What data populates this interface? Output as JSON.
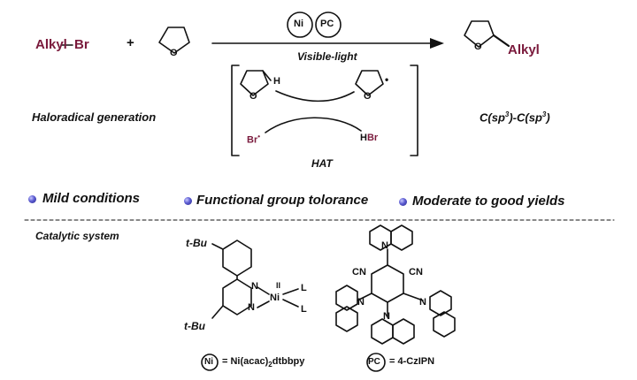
{
  "colors": {
    "alkyl": "#7a1a3c",
    "hbr": "#7a1a3c",
    "bullet": "#5a5ad0",
    "line": "#111111"
  },
  "reaction": {
    "reactant_alkyl": "Alkyl",
    "reactant_br": "Br",
    "plus": "+",
    "catalyst_ni": "Ni",
    "catalyst_pc": "PC",
    "condition": "Visible-light",
    "product_alkyl": "Alkyl",
    "product_o": "O",
    "thf_o": "O",
    "bond_label_c1": "C(sp",
    "bond_label_sup1": "3",
    "bond_label_mid": ")-C(sp",
    "bond_label_sup2": "3",
    "bond_label_end": ")"
  },
  "hat": {
    "h_label": "H",
    "o_label": "O",
    "br_label": "Br",
    "hbr_h": "H",
    "hbr_br": "Br",
    "process_label": "HAT",
    "side_label": "Haloradical generation"
  },
  "bullets": [
    "Mild conditions",
    "Functional group tolorance",
    "Moderate to good yields"
  ],
  "catalytic": {
    "title": "Catalytic system",
    "tbu_top": "t-Bu",
    "tbu_bottom": "t-Bu",
    "n_top": "N",
    "n_bottom": "N",
    "ni_center": "Ni",
    "ni_ox": "II",
    "l_top": "L",
    "l_bottom": "L",
    "cn_left": "CN",
    "cn_right": "CN",
    "n_cz": "N",
    "legend_ni_symbol": "Ni",
    "legend_ni_text": "= Ni(acac)",
    "legend_ni_sub": "2",
    "legend_ni_text2": "dtbbpy",
    "legend_pc_symbol": "PC",
    "legend_pc_text": "= 4-CzIPN"
  }
}
